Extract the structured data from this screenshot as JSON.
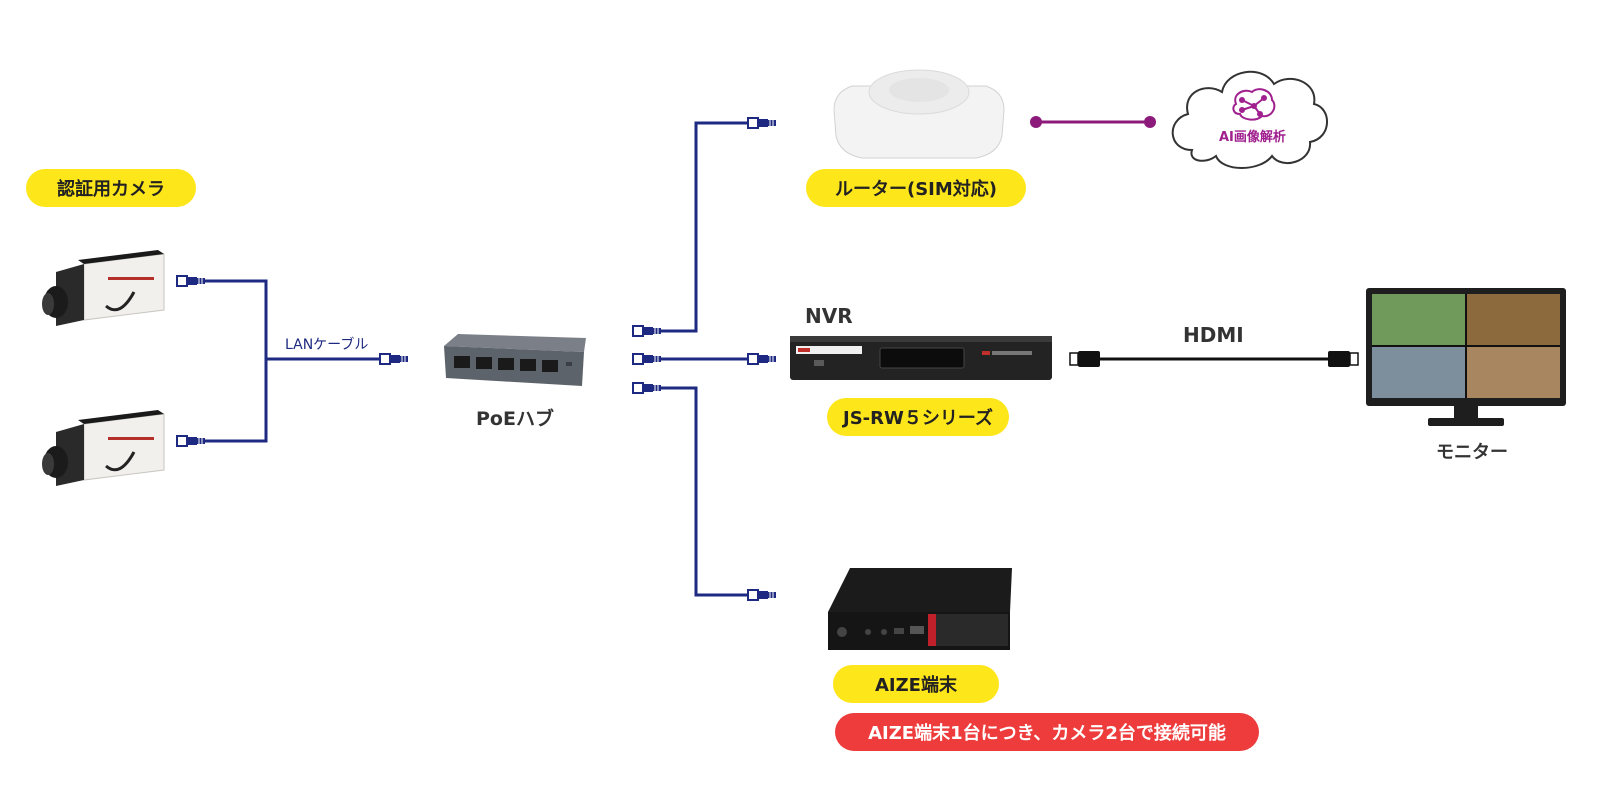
{
  "labels": {
    "camera_group": "認証用カメラ",
    "lan_cable": "LANケーブル",
    "poe_hub": "PoEハブ",
    "router": "ルーター(SIM対応)",
    "cloud": "AI画像解析",
    "nvr_title": "NVR",
    "nvr_series": "JS-RW５シリーズ",
    "hdmi": "HDMI",
    "monitor": "モニター",
    "aize": "AIZE端末",
    "note": "AIZE端末1台につき、カメラ2台で接続可能"
  },
  "colors": {
    "pill_yellow": "#fde61a",
    "pill_red": "#ee3b3b",
    "lan_blue": "#1e2a82",
    "router_link": "#8b1a7a",
    "hdmi_black": "#111111"
  },
  "icons": [
    "camera-icon",
    "poe-hub-icon",
    "router-icon",
    "cloud-icon",
    "brain-network-icon",
    "nvr-icon",
    "monitor-icon",
    "mini-pc-icon",
    "rj45-connector-icon",
    "hdmi-connector-icon"
  ]
}
